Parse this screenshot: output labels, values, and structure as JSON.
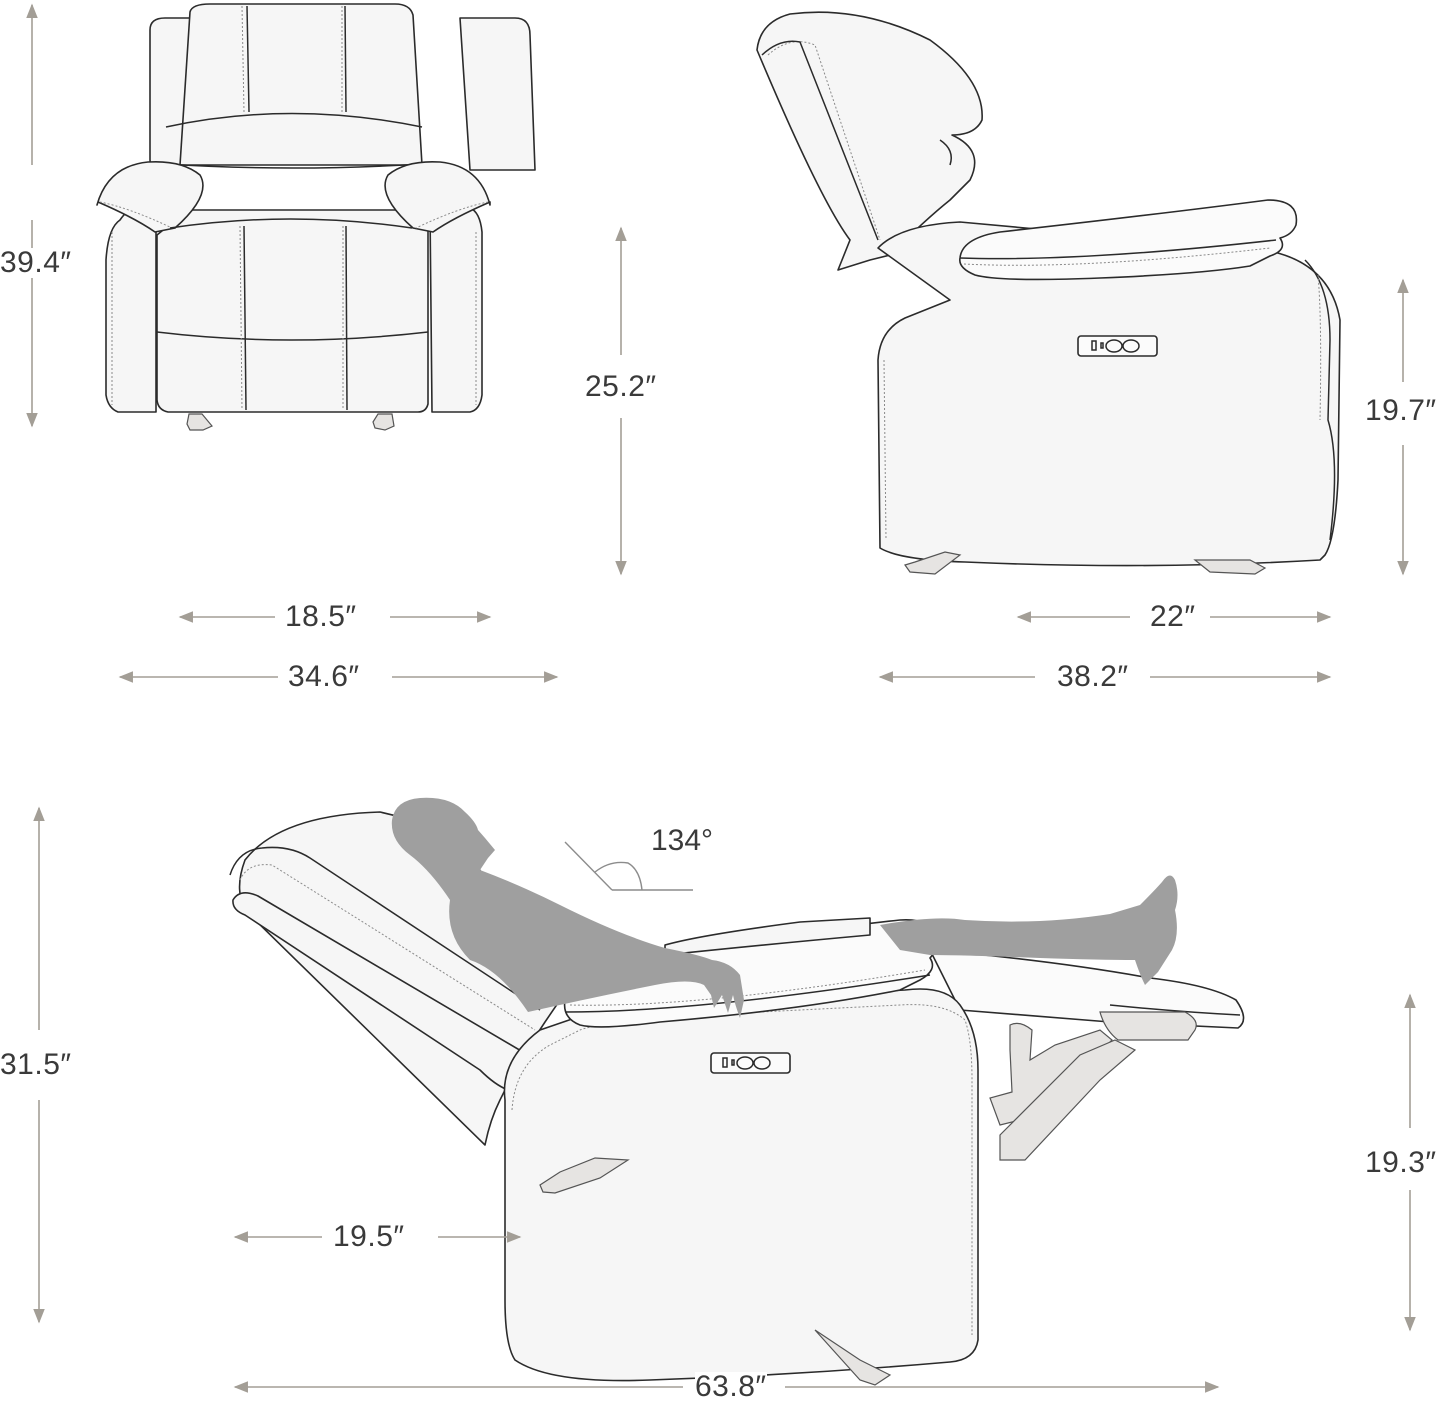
{
  "diagram": {
    "subject": "Power recliner chair dimension drawing",
    "views": [
      {
        "name": "front-view",
        "dimensions": {
          "overall_height": "39.4″",
          "seat_width": "18.5″",
          "overall_width": "34.6″",
          "seat_height": "25.2″"
        }
      },
      {
        "name": "side-view",
        "dimensions": {
          "seat_depth": "22″",
          "overall_depth": "38.2″",
          "arm_height": "19.7″"
        }
      },
      {
        "name": "reclined-view",
        "dimensions": {
          "reclined_height": "31.5″",
          "base_depth": "19.5″",
          "reclined_length": "63.8″",
          "footrest_height": "19.3″",
          "recline_angle": "134°"
        }
      }
    ],
    "colors": {
      "dimension_arrow": "#a39e96",
      "outline": "#2b2b2b",
      "person_silhouette": "#9f9f9f",
      "label_text": "#3a3a3a"
    }
  }
}
